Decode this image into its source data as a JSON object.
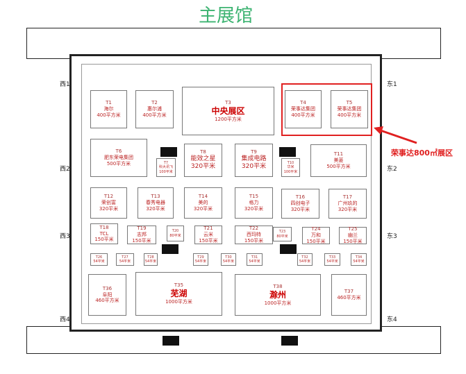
{
  "title": "主展馆",
  "annotation": "荣事达800㎡展区",
  "colors": {
    "title": "#3cb371",
    "highlight": "#e02020",
    "booth_text": "#b22222"
  },
  "doors": {
    "west": [
      "西1",
      "西2",
      "西3",
      "西4"
    ],
    "east": [
      "东1",
      "东2",
      "东3",
      "东4"
    ]
  },
  "booths": [
    {
      "id": "T1",
      "name": "海尔",
      "area": "400平方米",
      "k": ""
    },
    {
      "id": "T2",
      "name": "惠尔浦",
      "area": "400平方米",
      "k": ""
    },
    {
      "id": "T3",
      "name": "中央展区",
      "area": "1200平方米",
      "k": "big"
    },
    {
      "id": "T4",
      "name": "荣事达集团",
      "area": "400平方米",
      "k": ""
    },
    {
      "id": "T5",
      "name": "荣事达集团",
      "area": "400平方米",
      "k": ""
    },
    {
      "id": "T6",
      "name": "肥东荣电集团",
      "area": "500平方米",
      "k": ""
    },
    {
      "id": "T7",
      "name": "科大讯飞",
      "area": "100平米",
      "k": "tiny"
    },
    {
      "id": "T8",
      "name": "能效之星",
      "area": "320平米",
      "k": "med"
    },
    {
      "id": "T9",
      "name": "集成电路",
      "area": "320平米",
      "k": "med"
    },
    {
      "id": "T10",
      "name": "华米",
      "area": "100平米",
      "k": "tiny"
    },
    {
      "id": "T11",
      "name": "美菱",
      "area": "500平方米",
      "k": ""
    },
    {
      "id": "T12",
      "name": "荣创富",
      "area": "320平米",
      "k": ""
    },
    {
      "id": "T13",
      "name": "春秀电器",
      "area": "320平米",
      "k": ""
    },
    {
      "id": "T14",
      "name": "美的",
      "area": "320平米",
      "k": ""
    },
    {
      "id": "T15",
      "name": "格力",
      "area": "320平米",
      "k": ""
    },
    {
      "id": "T16",
      "name": "四创电子",
      "area": "320平米",
      "k": ""
    },
    {
      "id": "T17",
      "name": "广州玖的",
      "area": "320平米",
      "k": ""
    },
    {
      "id": "T18",
      "name": "TCL",
      "area": "150平米",
      "k": ""
    },
    {
      "id": "T19",
      "name": "志邦",
      "area": "150平米",
      "k": ""
    },
    {
      "id": "T20",
      "name": "",
      "area": "80平米",
      "k": "tiny"
    },
    {
      "id": "T21",
      "name": "云米",
      "area": "150平米",
      "k": ""
    },
    {
      "id": "T22",
      "name": "西玛特",
      "area": "150平米",
      "k": ""
    },
    {
      "id": "T23",
      "name": "",
      "area": "80平米",
      "k": "tiny"
    },
    {
      "id": "T24",
      "name": "万和",
      "area": "150平米",
      "k": ""
    },
    {
      "id": "T25",
      "name": "幽兰",
      "area": "150平米",
      "k": ""
    },
    {
      "id": "T26",
      "name": "",
      "area": "54平米",
      "k": "tiny"
    },
    {
      "id": "T27",
      "name": "",
      "area": "54平米",
      "k": "tiny"
    },
    {
      "id": "T28",
      "name": "",
      "area": "54平米",
      "k": "tiny"
    },
    {
      "id": "T29",
      "name": "",
      "area": "54平米",
      "k": "tiny"
    },
    {
      "id": "T30",
      "name": "",
      "area": "54平米",
      "k": "tiny"
    },
    {
      "id": "T31",
      "name": "",
      "area": "54平米",
      "k": "tiny"
    },
    {
      "id": "T32",
      "name": "",
      "area": "54平米",
      "k": "tiny"
    },
    {
      "id": "T33",
      "name": "",
      "area": "54平米",
      "k": "tiny"
    },
    {
      "id": "T34",
      "name": "",
      "area": "54平米",
      "k": "tiny"
    },
    {
      "id": "T36",
      "name": "阜阳",
      "area": "460平方米",
      "k": ""
    },
    {
      "id": "T35",
      "name": "芜湖",
      "area": "1000平方米",
      "k": "big"
    },
    {
      "id": "T38",
      "name": "滁州",
      "area": "1000平方米",
      "k": "big"
    },
    {
      "id": "T37",
      "name": "",
      "area": "460平方米",
      "k": ""
    }
  ]
}
